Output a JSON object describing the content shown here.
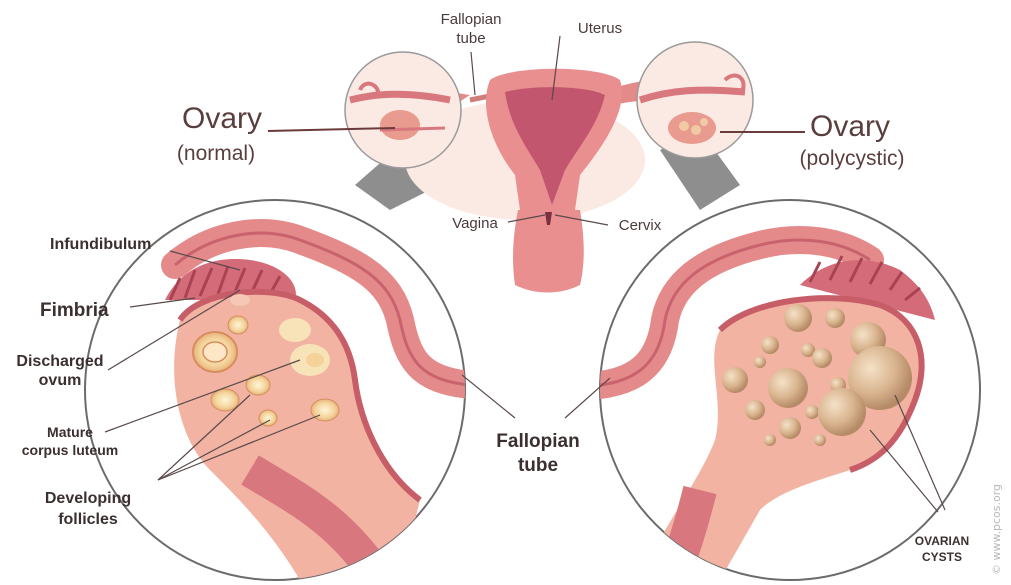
{
  "labels": {
    "fallopian_tube_top": [
      "Fallopian",
      "tube"
    ],
    "uterus": "Uterus",
    "ovary_normal": "Ovary",
    "ovary_normal_sub": "(normal)",
    "ovary_poly": "Ovary",
    "ovary_poly_sub": "(polycystic)",
    "vagina": "Vagina",
    "cervix": "Cervix",
    "infundibulum": "Infundibulum",
    "fimbria": "Fimbria",
    "discharged_ovum": [
      "Discharged",
      "ovum"
    ],
    "mature_corpus_luteum": [
      "Mature",
      "corpus luteum"
    ],
    "developing_follicles": [
      "Developing",
      "follicles"
    ],
    "fallopian_tube_center": [
      "Fallopian",
      "tube"
    ],
    "ovarian_cysts": [
      "OVARIAN",
      "CYSTS"
    ],
    "watermark": "© www.pcos.org"
  },
  "colors": {
    "tissue": "#e98f8f",
    "tissue_dark": "#c85a6a",
    "uterus_lining": "#c2566f",
    "ovary_fill": "#f2b3a3",
    "follicle": "#f3d39a",
    "cyst": "#d9b48f",
    "circle_border": "#6b6b6b",
    "connector": "#8a8a8a"
  }
}
